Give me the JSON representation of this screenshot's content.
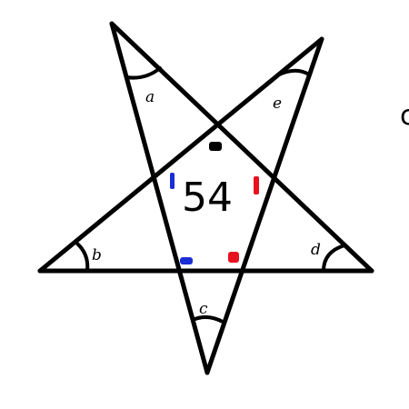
{
  "diagram": {
    "angles": [
      {
        "id": "a",
        "label": "a"
      },
      {
        "id": "b",
        "label": "b"
      },
      {
        "id": "c",
        "label": "c"
      },
      {
        "id": "d",
        "label": "d"
      },
      {
        "id": "e",
        "label": "e"
      }
    ],
    "center_value": "54",
    "edge_text": "c",
    "colors": {
      "lines": "#000000",
      "mark_black": "#000000",
      "mark_blue": "#1a2ed6",
      "mark_red": "#e8111f"
    }
  }
}
